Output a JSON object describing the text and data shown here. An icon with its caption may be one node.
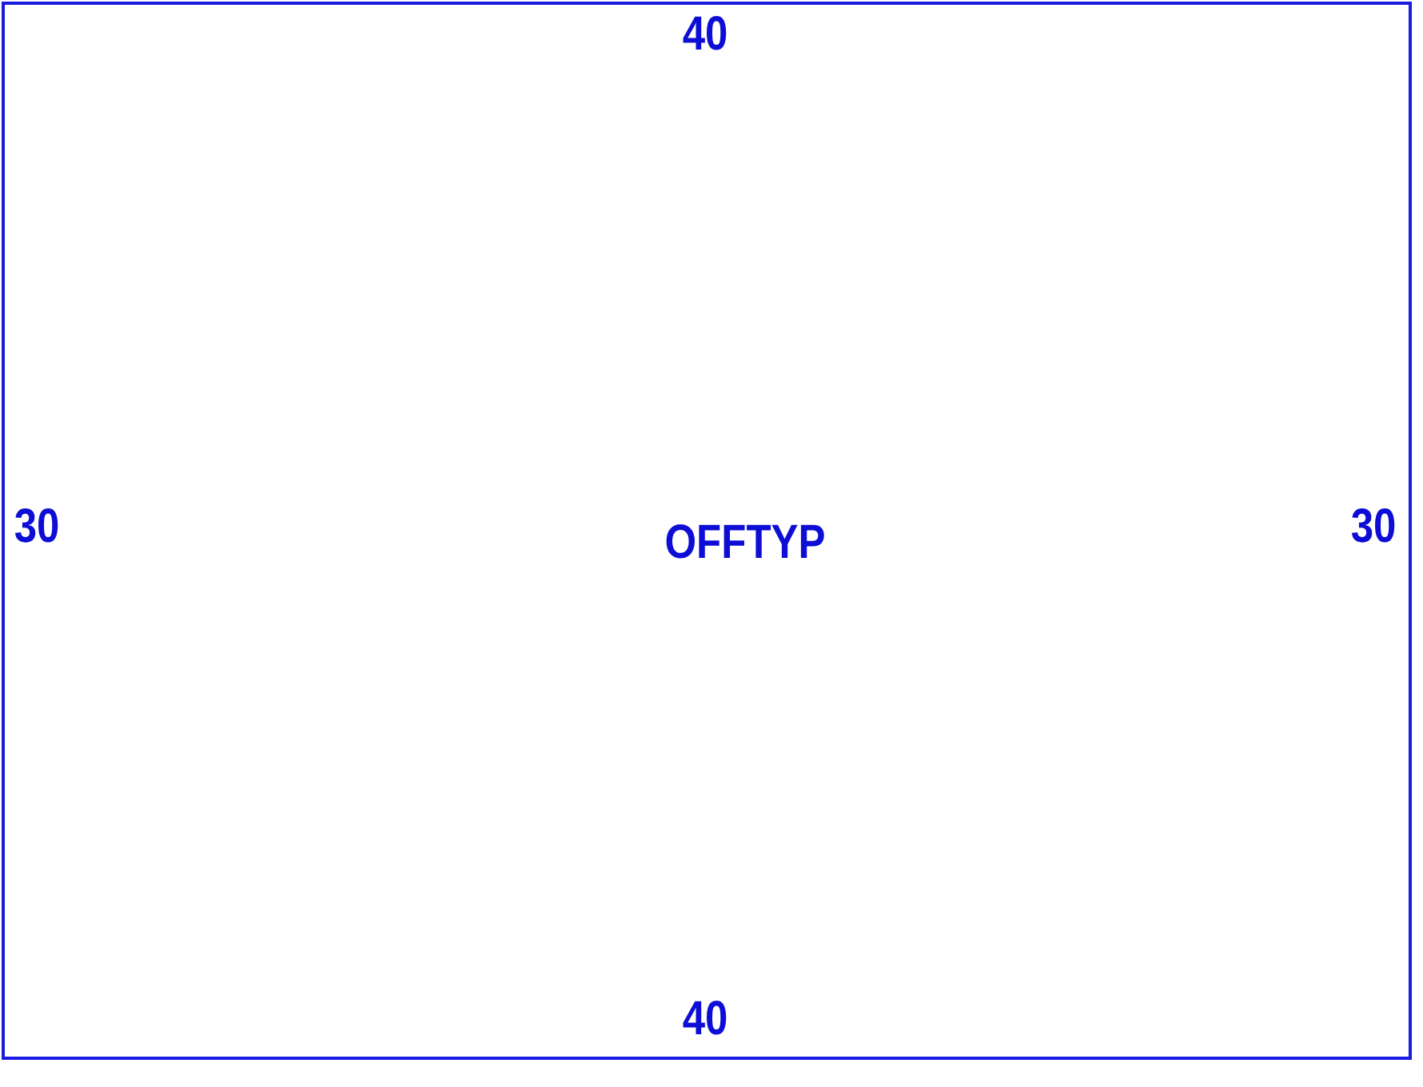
{
  "diagram": {
    "nodes": [
      {
        "text": [
          "OFFTYP"
        ]
      }
    ],
    "labels": [
      "40",
      "30",
      "30",
      "40"
    ]
  }
}
